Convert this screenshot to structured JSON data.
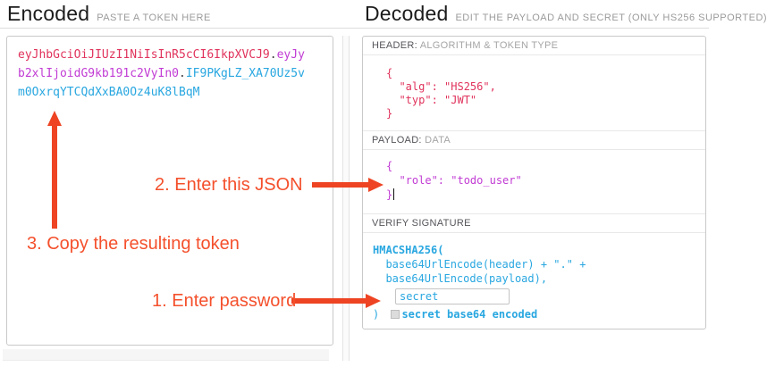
{
  "encoded": {
    "title": "Encoded",
    "subtitle": "PASTE A TOKEN HERE",
    "token": {
      "header": "eyJhbGciOiJIUzI1NiIsInR5cCI6IkpXVCJ9",
      "dot1": ".",
      "payload": "eyJyb2xlIjoidG9kb191c2VyIn0",
      "dot2": ".",
      "signature": "IF9PKgLZ_XA70Uz5vm0OxrqYTCQdXxBA0Oz4uK8lBqM"
    }
  },
  "decoded": {
    "title": "Decoded",
    "subtitle": "EDIT THE PAYLOAD AND SECRET (ONLY HS256 SUPPORTED)",
    "header_section": {
      "label_strong": "HEADER:",
      "label_light": " ALGORITHM & TOKEN TYPE",
      "json_lines": [
        "{",
        "  \"alg\": \"HS256\",",
        "  \"typ\": \"JWT\"",
        "}"
      ]
    },
    "payload_section": {
      "label_strong": "PAYLOAD:",
      "label_light": " DATA",
      "json_lines": [
        "{",
        "  \"role\": \"todo_user\"",
        "}"
      ]
    },
    "signature_section": {
      "label_strong": "VERIFY SIGNATURE",
      "code_line1": "HMACSHA256(",
      "code_line2": "  base64UrlEncode(header) + \".\" +",
      "code_line3": "  base64UrlEncode(payload),",
      "secret_value": "secret",
      "close_paren": ") ",
      "checkbox_label": "secret base64 encoded"
    }
  },
  "annotations": {
    "step1": "1. Enter password",
    "step2": "2. Enter this JSON",
    "step3": "3. Copy the resulting token"
  },
  "colors": {
    "token_header": "#e0335c",
    "token_payload": "#c13bd4",
    "token_signature": "#29a7e0",
    "annotation_text": "#f4502c",
    "annotation_arrow": "#ee4423"
  }
}
